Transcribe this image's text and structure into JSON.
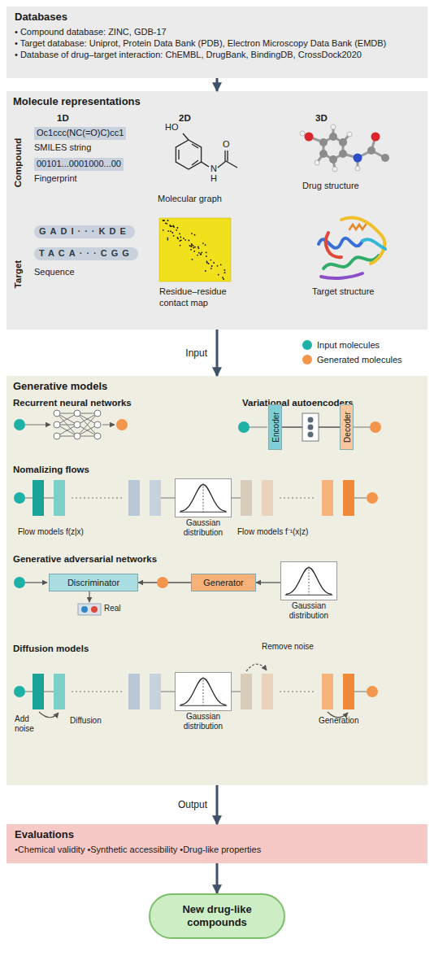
{
  "diagram": {
    "nodes": [
      {
        "text": [
          "Databases",
          "• Compound database: ZINC, GDB-17",
          "• Target database: Uniprot, Protein Data Bank (PDB), Electron Microscopy Data Bank (EMDB)",
          "• Database of drug–target interaction: ChEMBL, DrugBank, BindingDB, CrossDock2020"
        ]
      },
      {
        "text": [
          "Molecule representations",
          "1D",
          "2D",
          "3D",
          "Compound",
          "Oc1ccc(NC(=O)C)cc1",
          "SMILES string",
          "00101...0001000...00",
          "Fingerprint",
          "Molecular graph",
          "Drug structure",
          "Target",
          "GADI···KDE",
          "TACA···CGG",
          "Sequence",
          "Residue–residue contact map",
          "Target structure"
        ]
      },
      {
        "text": [
          "Generative models",
          "Recurrent neural networks",
          "Variational autoencoders",
          "Nomalizing flows",
          "Generative adversarial networks",
          "Diffusion models"
        ]
      },
      {
        "text": [
          "Encoder"
        ],
        "in": 2
      },
      {
        "text": [
          "Decoder"
        ],
        "in": 2
      },
      {
        "text": [
          "Gaussian distribution"
        ],
        "in": 2
      },
      {
        "text": [
          "Discriminator"
        ],
        "in": 2
      },
      {
        "text": [
          "Generator"
        ],
        "in": 2
      },
      {
        "text": [
          "Gaussian distribution"
        ],
        "in": 2
      },
      {
        "text": [
          "Gaussian distribution"
        ],
        "in": 2
      },
      {
        "text": [
          "Evaluations",
          "•Chemical validity •Synthetic accessibility •Drug-like properties"
        ]
      },
      {
        "text": [
          "New drug-like compounds"
        ]
      }
    ],
    "edges": [
      {
        "from": 0,
        "to": 1,
        "arrow": "to"
      },
      {
        "from": 1,
        "to": 2,
        "label": "Input",
        "arrow": "to"
      },
      {
        "from": 3,
        "to": 4,
        "arrow": "none"
      },
      {
        "from": 8,
        "to": 7,
        "arrow": "to"
      },
      {
        "from": 7,
        "to": 6,
        "arrow": "to"
      },
      {
        "from": 2,
        "to": 10,
        "label": "Output",
        "arrow": "to"
      },
      {
        "from": 10,
        "to": 11,
        "arrow": "to"
      }
    ],
    "labels": [
      "HO",
      "O",
      "N",
      "H",
      "Flow models f(z|x)",
      "Flow models f⁻¹(x|z)",
      "Real",
      "Remove noise",
      "Add noise",
      "Diffusion",
      "Generation"
    ],
    "legend": [
      {
        "text": "Input molecules",
        "color": "#1fb0a6"
      },
      {
        "text": "Generated molecules",
        "color": "#f3954a"
      }
    ]
  }
}
